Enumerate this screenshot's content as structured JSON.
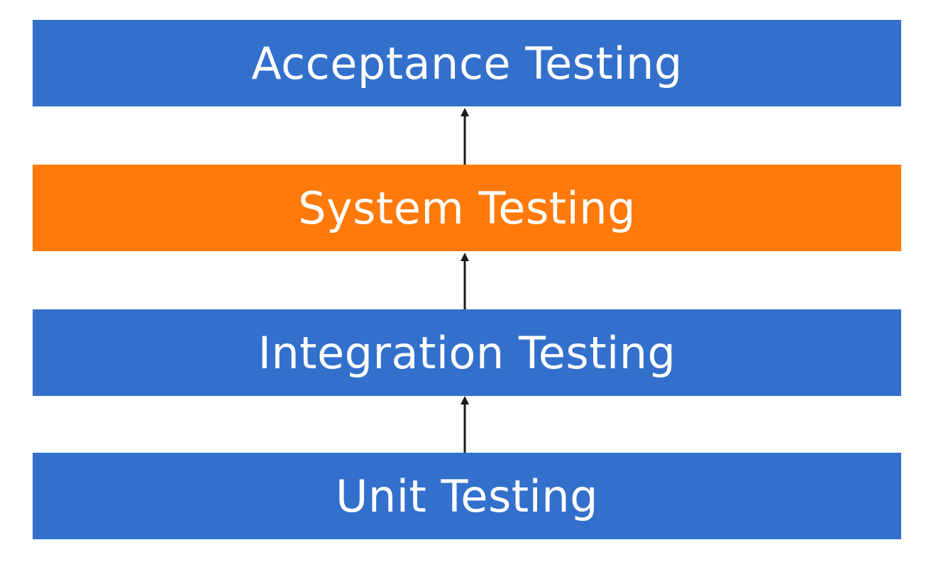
{
  "levels": [
    {
      "label": "Acceptance Testing",
      "color": "#3370cc",
      "highlighted": false
    },
    {
      "label": "System Testing",
      "color": "#ff7a0a",
      "highlighted": true
    },
    {
      "label": "Integration Testing",
      "color": "#3370cc",
      "highlighted": false
    },
    {
      "label": "Unit Testing",
      "color": "#3370cc",
      "highlighted": false
    }
  ],
  "arrow_color": "#1a1a1a"
}
